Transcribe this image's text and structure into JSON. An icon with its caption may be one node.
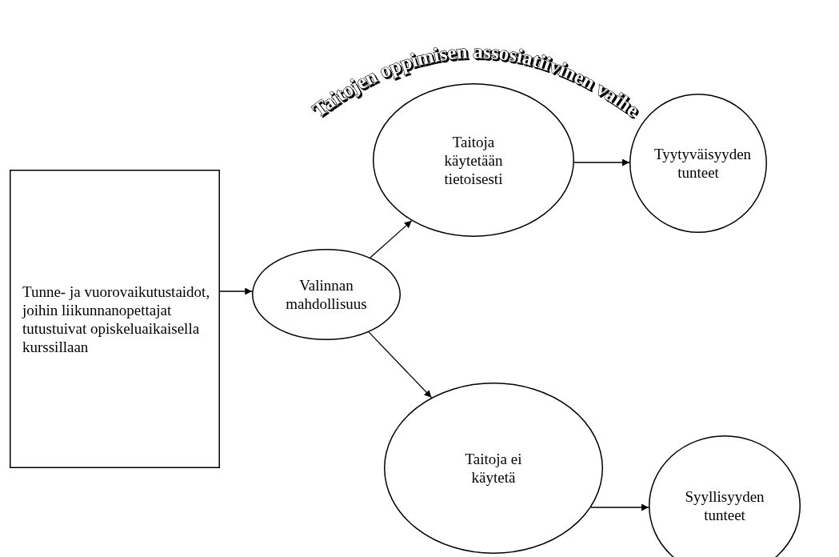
{
  "diagram": {
    "title": "Taitojen oppimisen assosiatiivinen vaihe",
    "nodes": [
      {
        "text": [
          "Tunne- ja vuorovaikutustaidot, joihin liikunnanopettajat tutustuivat opiskeluaikaisella kurssillaan"
        ]
      },
      {
        "text": [
          "Valinnan mahdollisuus"
        ]
      },
      {
        "text": [
          "Taitoja käytetään tietoisesti"
        ]
      },
      {
        "text": [
          "Tyytyväisyyden tunteet"
        ]
      },
      {
        "text": [
          "Taitoja ei käytetä"
        ]
      },
      {
        "text": [
          "Syyllisyyden tunteet"
        ]
      }
    ],
    "edges": [
      {
        "from": 0,
        "to": 1,
        "arrow": "to"
      },
      {
        "from": 1,
        "to": 2,
        "arrow": "to"
      },
      {
        "from": 1,
        "to": 4,
        "arrow": "to"
      },
      {
        "from": 2,
        "to": 3,
        "arrow": "to"
      },
      {
        "from": 4,
        "to": 5,
        "arrow": "to"
      }
    ]
  }
}
